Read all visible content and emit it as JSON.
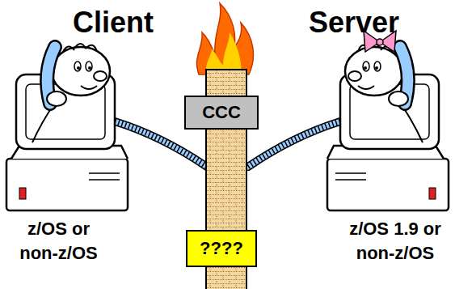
{
  "diagram": {
    "nodes": [
      {
        "text": [
          "CCC"
        ]
      },
      {
        "text": [
          "????"
        ]
      }
    ],
    "labels": [
      "Client",
      "Server",
      "z/OS or non-z/OS",
      "z/OS 1.9 or non-z/OS"
    ]
  }
}
